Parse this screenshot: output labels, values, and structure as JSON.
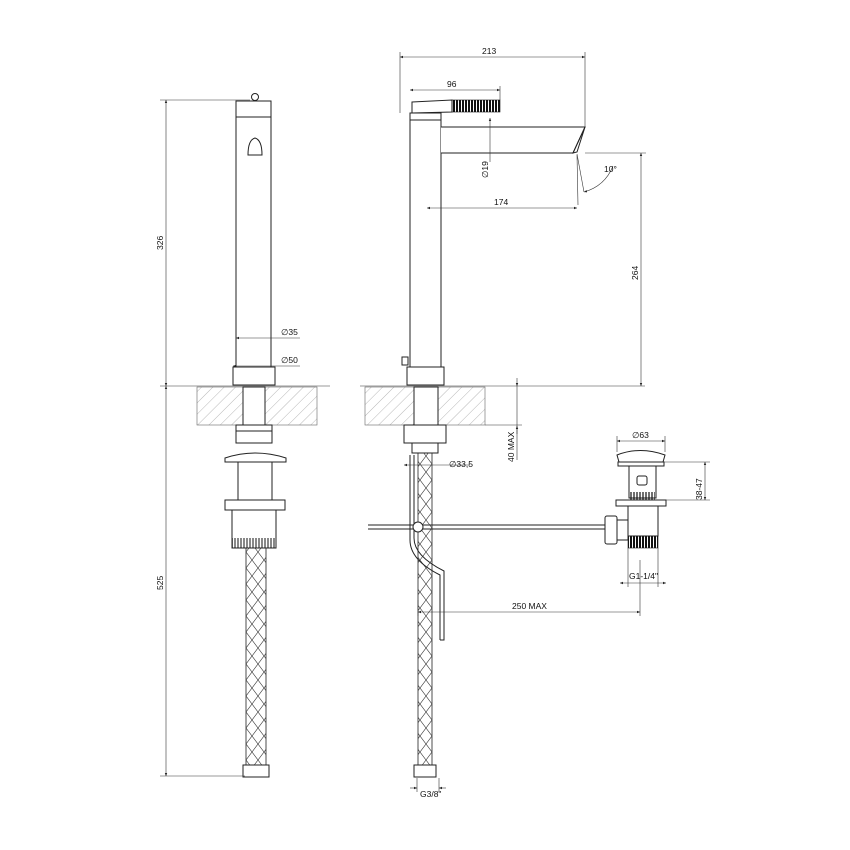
{
  "dimensions": {
    "total_reach": "213",
    "handle_length": "96",
    "spout_diameter": "∅19",
    "spout_angle": "10°",
    "spout_reach": "174",
    "spout_height": "264",
    "overall_height": "326",
    "body_diameter": "∅35",
    "base_diameter": "∅50",
    "below_counter_length": "525",
    "max_counter_thickness": "40 MAX",
    "shank_diameter": "∅33,5",
    "drain_cap_diameter": "∅63",
    "drain_height_range": "38-47",
    "drain_thread": "G1-1/4\"",
    "rod_max_length": "250 MAX",
    "hose_thread": "G3/8\""
  },
  "colors": {
    "line": "#222222",
    "handle_grip": "#111111",
    "background": "#ffffff"
  }
}
